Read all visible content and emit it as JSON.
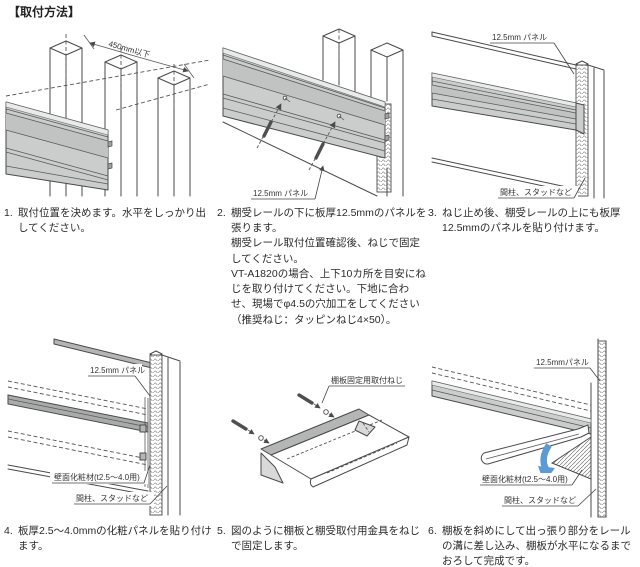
{
  "title": "【取付方法】",
  "colors": {
    "line": "#4a4a4a",
    "rail_gray": "#cbcdcc",
    "arrow_blue": "#5b9bd5"
  },
  "steps": [
    {
      "number": "1.",
      "caption": "取付位置を決めます。水平をしっかり出してください。",
      "labels": {
        "dimension": "450mm以下"
      }
    },
    {
      "number": "2.",
      "caption": "棚受レールの下に板厚12.5mmのパネルを張ります。\n棚受レール取付位置確認後、ねじで固定してください。\nVT-A1820の場合、上下10カ所を目安にねじを取り付けてください。下地に合わせ、現場でφ4.5の穴加工をしてください（推奨ねじ：タッピンねじ4×50）。",
      "labels": {
        "panel": "12.5mm パネル"
      }
    },
    {
      "number": "3.",
      "caption": "ねじ止め後、棚受レールの上にも板厚12.5mmのパネルを貼り付けます。",
      "labels": {
        "panel": "12.5mm パネル",
        "stud": "間柱、スタッドなど"
      }
    },
    {
      "number": "4.",
      "caption": "板厚2.5〜4.0mmの化粧パネルを貼り付けます。",
      "labels": {
        "panel": "12.5mm パネル",
        "finish": "壁面化粧材(t2.5〜4.0用)",
        "stud": "間柱、スタッドなど"
      }
    },
    {
      "number": "5.",
      "caption": "図のように棚板と棚受取付用金具をねじで固定します。",
      "labels": {
        "screw": "棚板固定用取付ねじ"
      }
    },
    {
      "number": "6.",
      "caption": "棚板を斜めにして出っ張り部分をレールの溝に差し込み、棚板が水平になるまでおろして完成です。",
      "labels": {
        "panel": "12.5mmパネル",
        "finish": "壁面化粧材(t2.5〜4.0用)",
        "stud": "間柱、スタッドなど"
      }
    }
  ]
}
